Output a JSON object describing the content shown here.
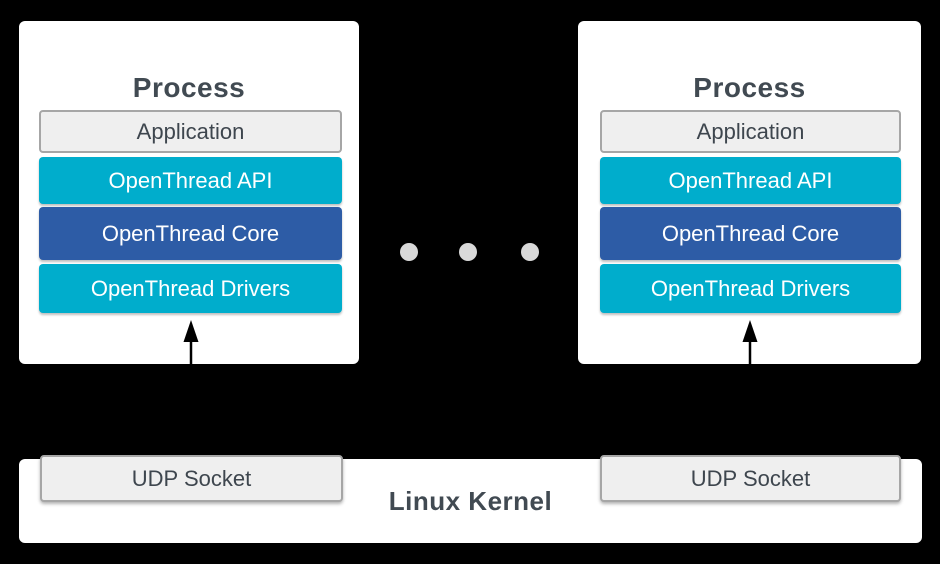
{
  "colors": {
    "background": "#000000",
    "card_background": "#FFFFFF",
    "layer_gray_background": "#EFEFEF",
    "layer_gray_border": "#A6A6A6",
    "cyan_band": "#00ADCC",
    "blue_band": "#2D5CA6",
    "dark_text": "#414A52",
    "light_text": "#FFFFFF",
    "dot_gray": "#D9D9D9",
    "arrow": "#000000"
  },
  "processes": [
    {
      "title": "Process",
      "layers": [
        {
          "label": "Application"
        },
        {
          "label": "OpenThread API"
        },
        {
          "label": "OpenThread Core"
        },
        {
          "label": "OpenThread Drivers"
        }
      ]
    },
    {
      "title": "Process",
      "layers": [
        {
          "label": "Application"
        },
        {
          "label": "OpenThread API"
        },
        {
          "label": "OpenThread Core"
        },
        {
          "label": "OpenThread Drivers"
        }
      ]
    }
  ],
  "separator": {
    "dot_count": 3
  },
  "kernel": {
    "label": "Linux Kernel",
    "sockets": [
      {
        "label": "UDP Socket"
      },
      {
        "label": "UDP Socket"
      }
    ]
  }
}
